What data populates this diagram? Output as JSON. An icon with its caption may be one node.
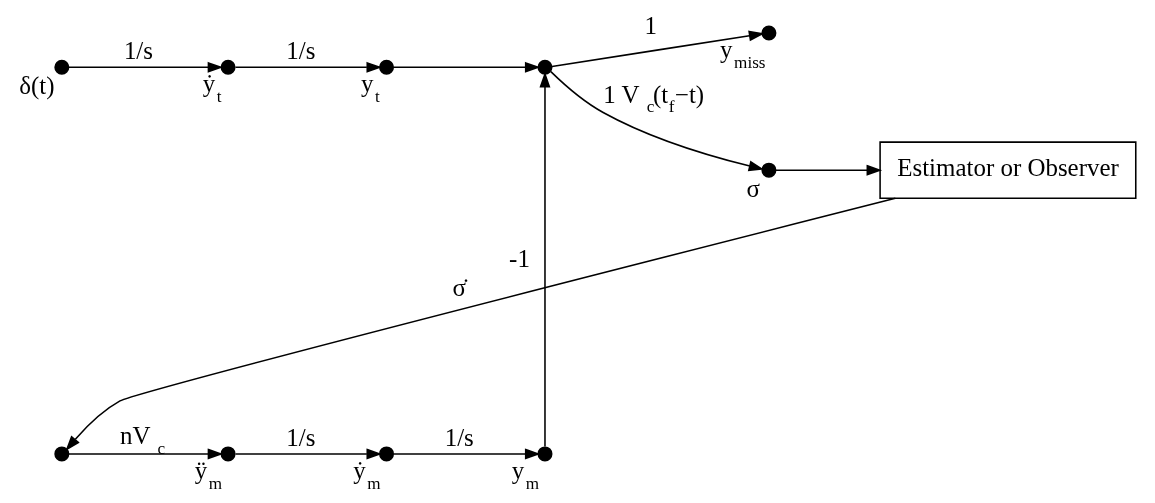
{
  "diagram": {
    "nodes": [
      {
        "text": [
          "δ(t)"
        ]
      },
      {
        "text": [
          "ẏ$_{t}$"
        ]
      },
      {
        "text": [
          "y$_{t}$"
        ]
      },
      {
        "text": [],
        "shape": "circle"
      },
      {
        "text": [
          "y$_{miss}$"
        ]
      },
      {
        "text": [
          "σ"
        ]
      },
      {
        "text": [
          "Estimator or Observer"
        ]
      },
      {
        "text": [],
        "shape": "circle"
      },
      {
        "text": [
          "ÿ$_{m}$"
        ]
      },
      {
        "text": [
          "ẏ$_{m}$"
        ]
      },
      {
        "text": [
          "y$_{m}$"
        ]
      }
    ],
    "edges": [
      {
        "from": 0,
        "to": 1,
        "arrow": "to",
        "label": "1/s"
      },
      {
        "from": 1,
        "to": 2,
        "arrow": "to",
        "label": "1/s"
      },
      {
        "from": 2,
        "to": 3,
        "arrow": "to"
      },
      {
        "from": 3,
        "to": 4,
        "arrow": "to",
        "label": "1"
      },
      {
        "from": 3,
        "to": 5,
        "arrow": "to",
        "label": "1 V$_{c}$(t$_{f}$−t)"
      },
      {
        "from": 5,
        "to": 6,
        "arrow": "to"
      },
      {
        "from": 6,
        "to": 7,
        "arrow": "to",
        "label": "σ̇"
      },
      {
        "from": 7,
        "to": 8,
        "arrow": "to",
        "label": "nV$_{c}$"
      },
      {
        "from": 8,
        "to": 9,
        "arrow": "to",
        "label": "1/s"
      },
      {
        "from": 9,
        "to": 10,
        "arrow": "to",
        "label": "1/s"
      },
      {
        "from": 10,
        "to": 3,
        "arrow": "to",
        "label": "-1"
      }
    ]
  }
}
